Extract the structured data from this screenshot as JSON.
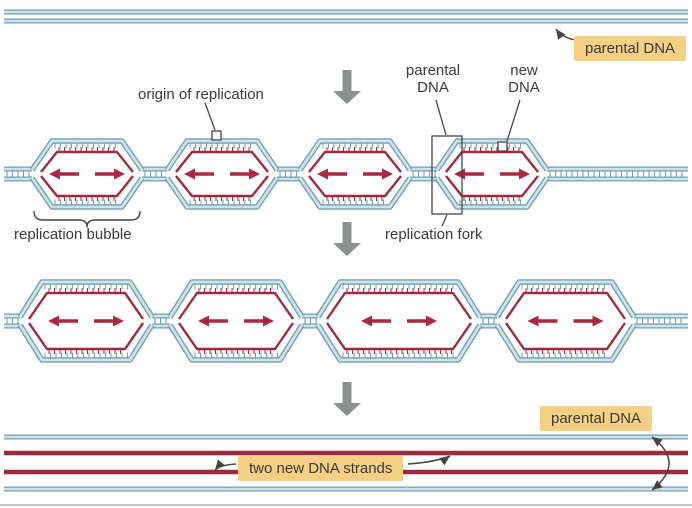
{
  "figure": {
    "labels": {
      "top_parental": "parental DNA",
      "origin": "origin of replication",
      "fork_parental": "parental DNA",
      "new_dna": "new DNA",
      "replication_bubble": "replication bubble",
      "replication_fork": "replication fork",
      "two_new_strands": "two new DNA strands",
      "bottom_parental": "parental DNA"
    },
    "colors": {
      "parental_strand_light": "#cfe3ea",
      "parental_strand_dark": "#6fa0b2",
      "new_strand_red": "#9e2b3d",
      "arrow_red": "#ab2742",
      "step_arrow_gray": "#8d9091",
      "label_bg": "#f3d084",
      "annotation": "#444444",
      "text": "#3a3a3a"
    }
  }
}
